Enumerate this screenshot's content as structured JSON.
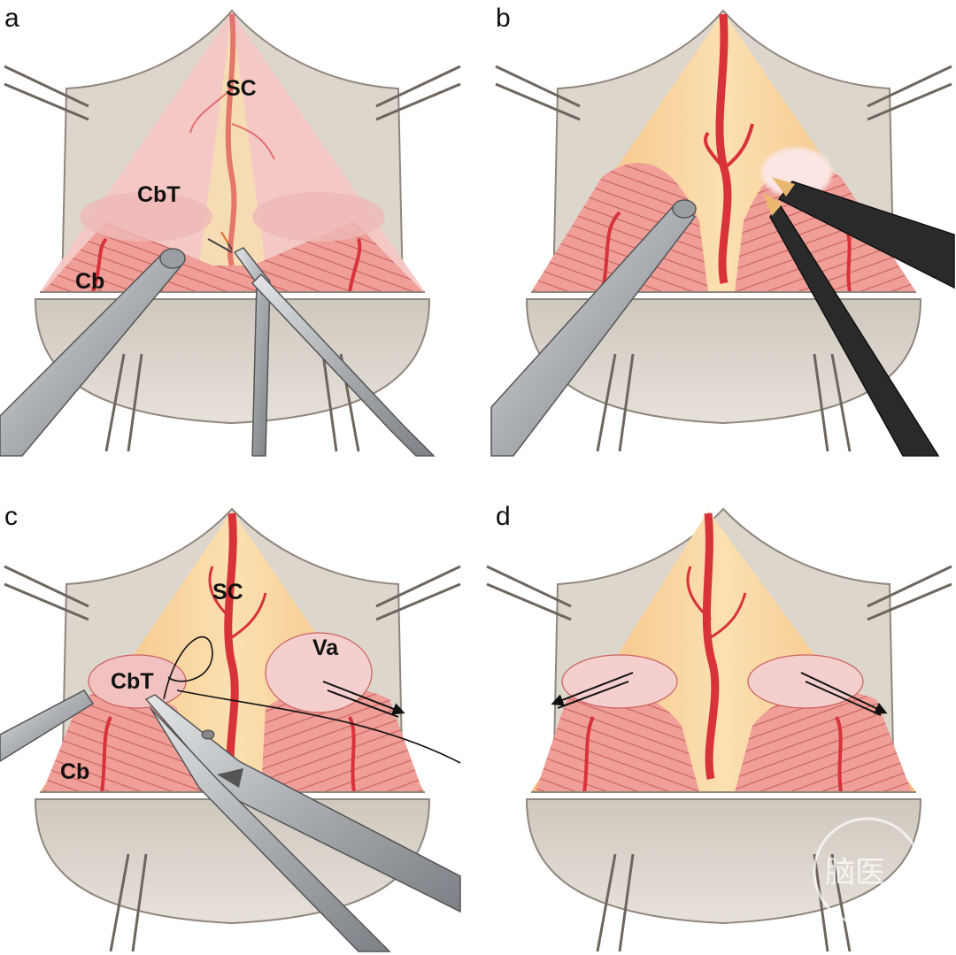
{
  "figure": {
    "panels": [
      {
        "letter": "a",
        "labels": {
          "sc": "SC",
          "cbt": "CbT",
          "cb": "Cb"
        }
      },
      {
        "letter": "b",
        "labels": {}
      },
      {
        "letter": "c",
        "labels": {
          "sc": "SC",
          "va": "Va",
          "cbt": "CbT",
          "cb": "Cb"
        }
      },
      {
        "letter": "d",
        "labels": {}
      }
    ],
    "watermark": "脑医"
  },
  "colors": {
    "skin": "#ddd6cc",
    "skin_edge": "#8f877d",
    "dura": "#f6c98c",
    "cerebellum": "#ef9e98",
    "tonsil": "#f2c2c0",
    "vessel": "#d8323a",
    "steel": "#b8bcbf",
    "forceps": "#2a2a2a"
  }
}
